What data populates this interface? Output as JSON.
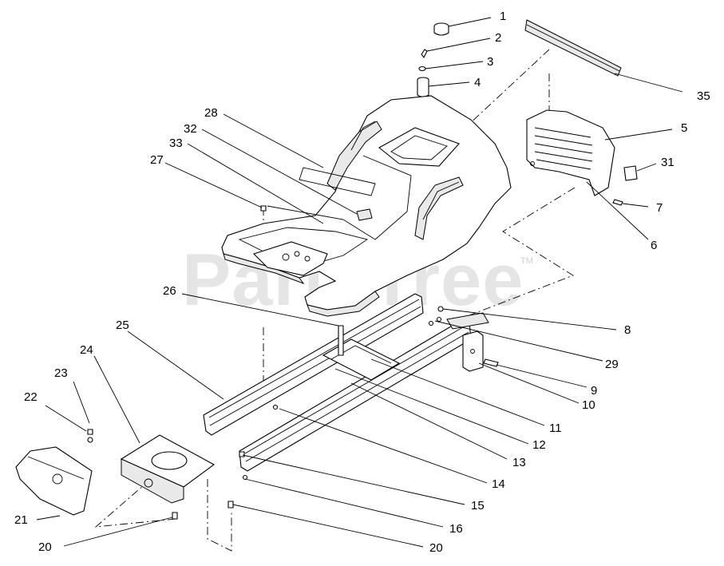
{
  "watermark": {
    "text": "PartsTree",
    "trademark": "TM"
  },
  "callouts": [
    "1",
    "2",
    "3",
    "4",
    "5",
    "6",
    "7",
    "8",
    "9",
    "10",
    "11",
    "12",
    "13",
    "14",
    "15",
    "16",
    "20",
    "20",
    "21",
    "22",
    "23",
    "24",
    "25",
    "26",
    "27",
    "28",
    "29",
    "31",
    "32",
    "33",
    "35"
  ]
}
